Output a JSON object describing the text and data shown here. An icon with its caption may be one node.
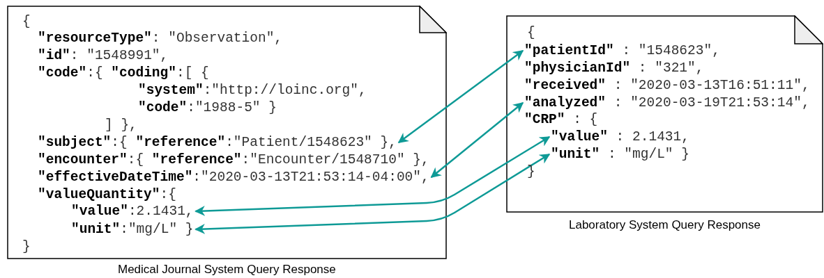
{
  "diagram": {
    "nodes": [
      {
        "text": [
          "Medical Journal System Query Response"
        ]
      },
      {
        "text": [
          "{"
        ],
        "in": 0
      },
      {
        "text": [
          "**\"resourceType\"**: \"Observation\","
        ],
        "in": 0
      },
      {
        "text": [
          "**\"id\"**: \"1548991\","
        ],
        "in": 0
      },
      {
        "text": [
          "**\"code\"**:{ **\"coding\"**:[ {"
        ],
        "in": 0
      },
      {
        "text": [
          "**\"system\"**:\"http://loinc.org\","
        ],
        "in": 0
      },
      {
        "text": [
          "**\"code\"**:\"1988-5\" }"
        ],
        "in": 0
      },
      {
        "text": [
          "] },"
        ],
        "in": 0
      },
      {
        "text": [
          "**\"subject\"**:{ **\"reference\"**:\"Patient/1548623\" },"
        ],
        "in": 0
      },
      {
        "text": [
          "**\"encounter\"**:{ **\"reference\"**:\"Encounter/1548710\" },"
        ],
        "in": 0
      },
      {
        "text": [
          "**\"effectiveDateTime\"**:\"2020-03-13T21:53:14-04:00\","
        ],
        "in": 0
      },
      {
        "text": [
          "**\"valueQuantity\"**:{"
        ],
        "in": 0
      },
      {
        "text": [
          "**\"value\"**:2.1431,"
        ],
        "in": 0
      },
      {
        "text": [
          "**\"unit\"**:\"mg/L\" }"
        ],
        "in": 0
      },
      {
        "text": [
          "}"
        ],
        "in": 0
      },
      {
        "text": [
          "Laboratory System Query Response"
        ]
      },
      {
        "text": [
          "{"
        ],
        "in": 15
      },
      {
        "text": [
          "**\"patientId\"** : \"1548623\","
        ],
        "in": 15
      },
      {
        "text": [
          "**\"physicianId\"** : \"321\","
        ],
        "in": 15
      },
      {
        "text": [
          "**\"received\"** : \"2020-03-13T16:51:11\","
        ],
        "in": 15
      },
      {
        "text": [
          "**\"analyzed\"** : \"2020-03-19T21:53:14\","
        ],
        "in": 15
      },
      {
        "text": [
          "**\"CRP\"** : {"
        ],
        "in": 15
      },
      {
        "text": [
          "**\"value\"** : 2.1431,"
        ],
        "in": 15
      },
      {
        "text": [
          "**\"unit\"** : \"mg/L\" }"
        ],
        "in": 15
      },
      {
        "text": [
          "}"
        ],
        "in": 15
      }
    ],
    "edges": [
      {
        "from": 8,
        "to": 17,
        "arrow": "both",
        "color": "#0e9a96"
      },
      {
        "from": 10,
        "to": 20,
        "arrow": "both",
        "color": "#0e9a96"
      },
      {
        "from": 12,
        "to": 22,
        "arrow": "both",
        "color": "#0e9a96"
      },
      {
        "from": 13,
        "to": 23,
        "arrow": "both",
        "color": "#0e9a96"
      }
    ]
  }
}
